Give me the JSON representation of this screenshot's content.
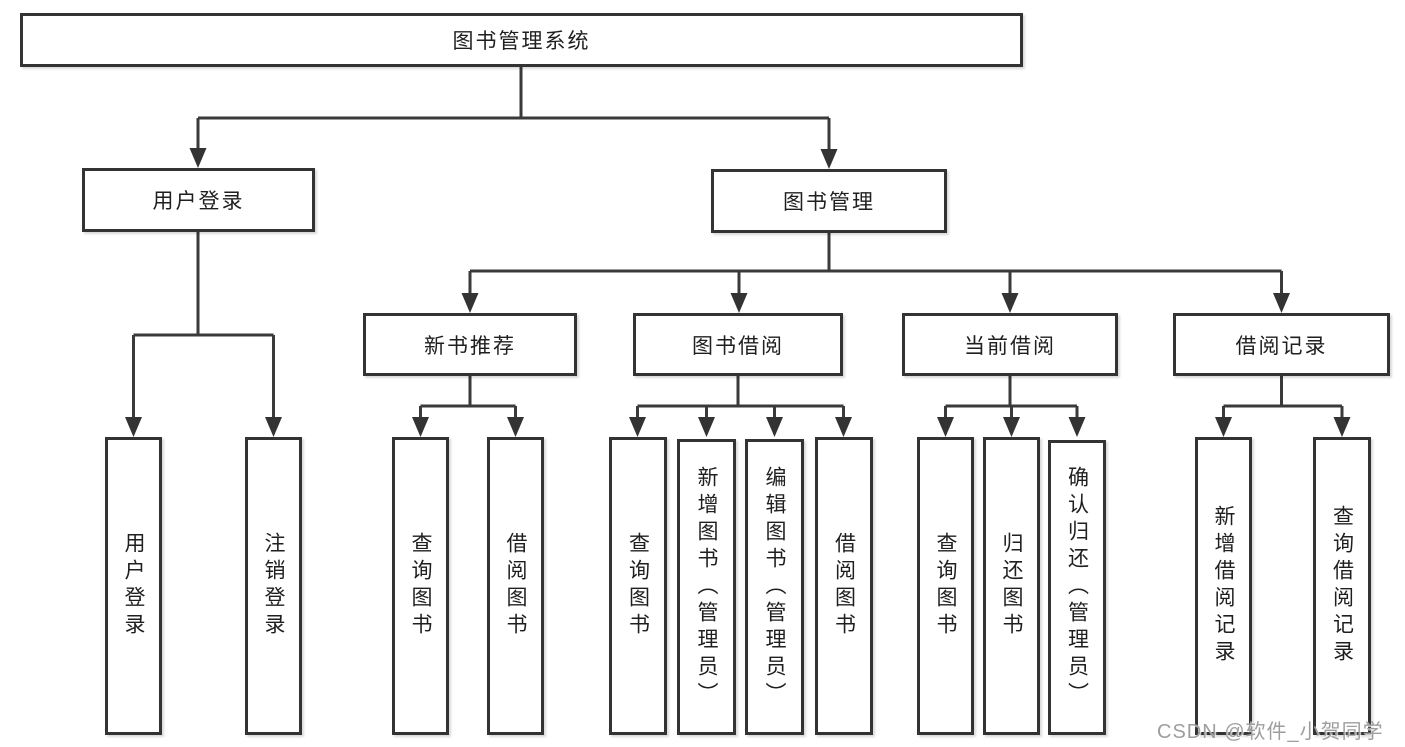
{
  "diagram_type": "hierarchy",
  "tree": {
    "label": "图书管理系统",
    "children": [
      {
        "label": "用户登录",
        "children": [
          {
            "label": "用户登录"
          },
          {
            "label": "注销登录"
          }
        ]
      },
      {
        "label": "图书管理",
        "children": [
          {
            "label": "新书推荐",
            "children": [
              {
                "label": "查询图书"
              },
              {
                "label": "借阅图书"
              }
            ]
          },
          {
            "label": "图书借阅",
            "children": [
              {
                "label": "查询图书"
              },
              {
                "label": "新增图书（管理员）"
              },
              {
                "label": "编辑图书（管理员）"
              },
              {
                "label": "借阅图书"
              }
            ]
          },
          {
            "label": "当前借阅",
            "children": [
              {
                "label": "查询图书"
              },
              {
                "label": "归还图书"
              },
              {
                "label": "确认归还（管理员）"
              }
            ]
          },
          {
            "label": "借阅记录",
            "children": [
              {
                "label": "新增借阅记录"
              },
              {
                "label": "查询借阅记录"
              }
            ]
          }
        ]
      }
    ]
  },
  "watermark": {
    "text": "CSDN @软件_小贺同学"
  },
  "colors": {
    "background": "#ffffff",
    "line": "#3a3a3a",
    "box_border": "#333333",
    "text": "#1f1f1f",
    "watermark": "#9e9e9e"
  }
}
